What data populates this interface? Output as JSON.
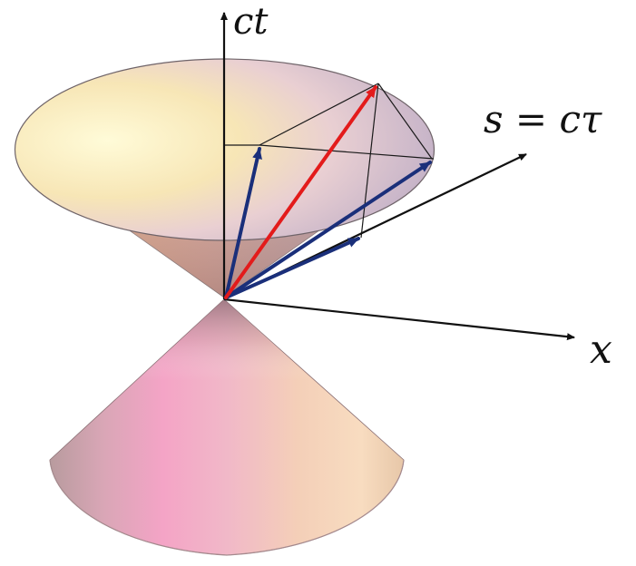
{
  "labels": {
    "time_axis": "ct",
    "space_axis": "x",
    "interval_axis": "s = cτ"
  },
  "colors": {
    "axis": "#111111",
    "resultant_vector": "#e31b1b",
    "component_vectors": "#1a2f7a",
    "construction_lines": "#1a1a1a"
  }
}
